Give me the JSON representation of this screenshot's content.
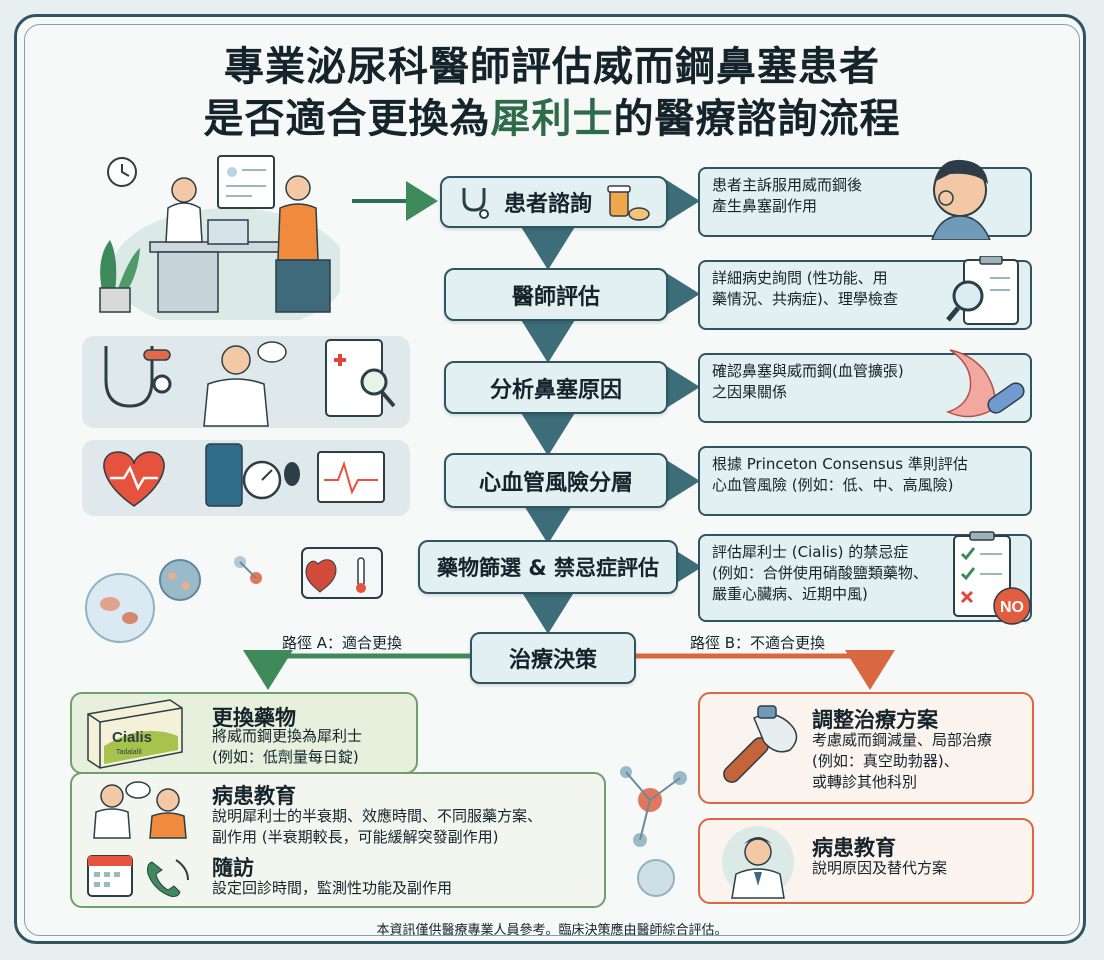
{
  "title": {
    "line1": "專業泌尿科醫師評估威而鋼鼻塞患者",
    "line2_prefix": "是否適合更換為",
    "line2_highlight": "犀利士",
    "line2_suffix": "的醫療諮詢流程"
  },
  "steps": [
    {
      "label": "患者諮詢",
      "note": [
        "患者主訴服用威而鋼後",
        "產生鼻塞副作用"
      ]
    },
    {
      "label": "醫師評估",
      "note": [
        "詳細病史詢問 (性功能、用",
        "藥情況、共病症)、理學檢查"
      ]
    },
    {
      "label": "分析鼻塞原因",
      "note": [
        "確認鼻塞與威而鋼(血管擴張)",
        "之因果關係"
      ]
    },
    {
      "label": "心血管風險分層",
      "note": [
        "根據 Princeton Consensus 準則評估",
        "心血管風險 (例如：低、中、高風險)"
      ]
    },
    {
      "label": "藥物篩選 & 禁忌症評估",
      "note": [
        "評估犀利士 (Cialis) 的禁忌症",
        "(例如：合併使用硝酸鹽類藥物、",
        "嚴重心臟病、近期中風)"
      ]
    }
  ],
  "decision": {
    "label": "治療決策",
    "path_a": "路徑 A：適合更換",
    "path_b": "路徑 B：不適合更換"
  },
  "path_a": {
    "switch": {
      "title": "更換藥物",
      "lines": [
        "將威而鋼更換為犀利士",
        "(例如：低劑量每日錠)"
      ]
    },
    "education": {
      "title": "病患教育",
      "lines": [
        "說明犀利士的半衰期、效應時間、不同服藥方案、",
        "副作用 (半衰期較長，可能緩解突發副作用)"
      ]
    },
    "followup": {
      "title": "隨訪",
      "lines": [
        "設定回診時間，監測性功能及副作用"
      ]
    }
  },
  "path_b": {
    "adjust": {
      "title": "調整治療方案",
      "lines": [
        "考慮威而鋼減量、局部治療",
        "(例如：真空助勃器)、",
        "或轉診其他科別"
      ]
    },
    "education": {
      "title": "病患教育",
      "lines": [
        "說明原因及替代方案"
      ]
    }
  },
  "badges": {
    "no": "NO",
    "cialis_brand": "Cialis",
    "cialis_sub": "Tadalafil"
  },
  "footer": "本資訊僅供醫療專業人員參考。臨床決策應由醫師綜合評估。",
  "colors": {
    "frame": "#2f5563",
    "box_fill": "#e3f0f1",
    "green": "#3f8a5a",
    "orange": "#d9673f",
    "highlight": "#2e6b4b"
  }
}
